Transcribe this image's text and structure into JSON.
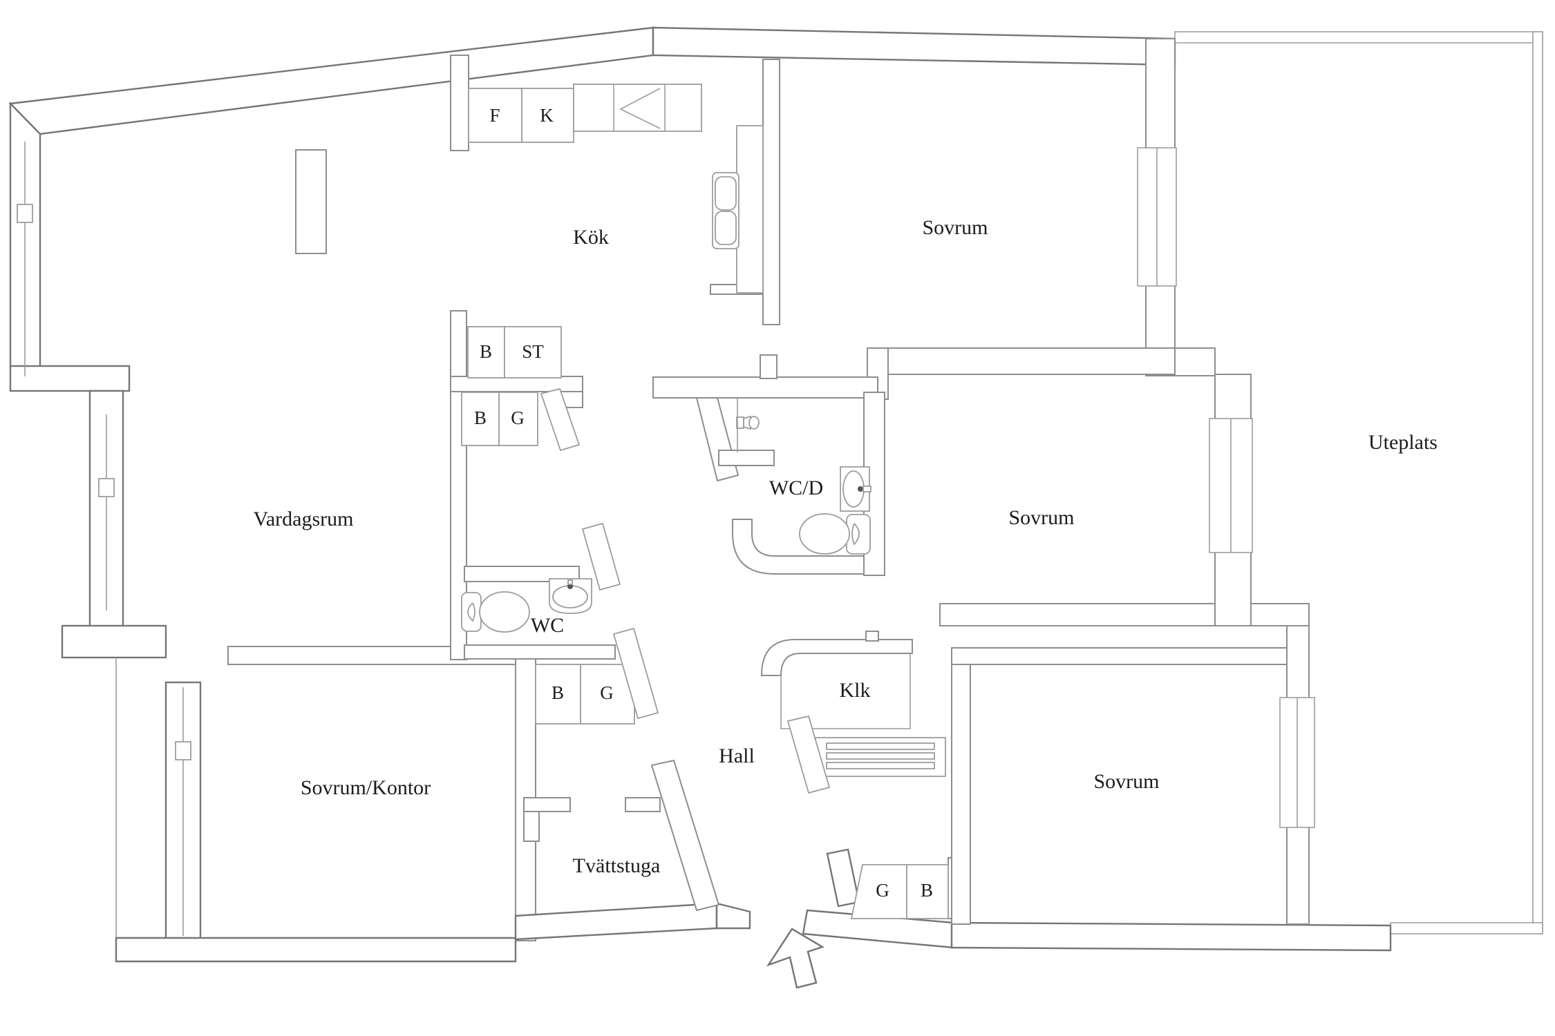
{
  "labels": {
    "rooms": {
      "kok": "Kök",
      "sovrum_top": "Sovrum",
      "sovrum_mid": "Sovrum",
      "sovrum_bottom": "Sovrum",
      "vardagsrum": "Vardagsrum",
      "sovrum_kontor": "Sovrum/Kontor",
      "tvattstuga": "Tvättstuga",
      "hall": "Hall",
      "klk": "Klk",
      "wc": "WC",
      "wcd": "WC/D",
      "uteplats": "Uteplats"
    },
    "cabinets": {
      "f": "F",
      "k": "K",
      "b1": "B",
      "st": "ST",
      "b2": "B",
      "g1": "G",
      "b3": "B",
      "g2": "G",
      "g3": "G",
      "b4": "B"
    }
  },
  "icons": {
    "entrance_arrow": "up-arrow",
    "toilet": "toilet-outline",
    "sink": "oval-basin",
    "double_sink": "two-bowl-kitchen-sink",
    "shower": "shower-mixer",
    "wardrobe": "slatted-wardrobe",
    "hob": "diagonal-flap",
    "window": "double-line-window",
    "door": "open-door-leaf"
  },
  "colors": {
    "wall": "#8d8d8d",
    "outer": "#757575",
    "thin": "#9c9c9c",
    "text": "#1c1c1c",
    "bg": "#ffffff"
  }
}
